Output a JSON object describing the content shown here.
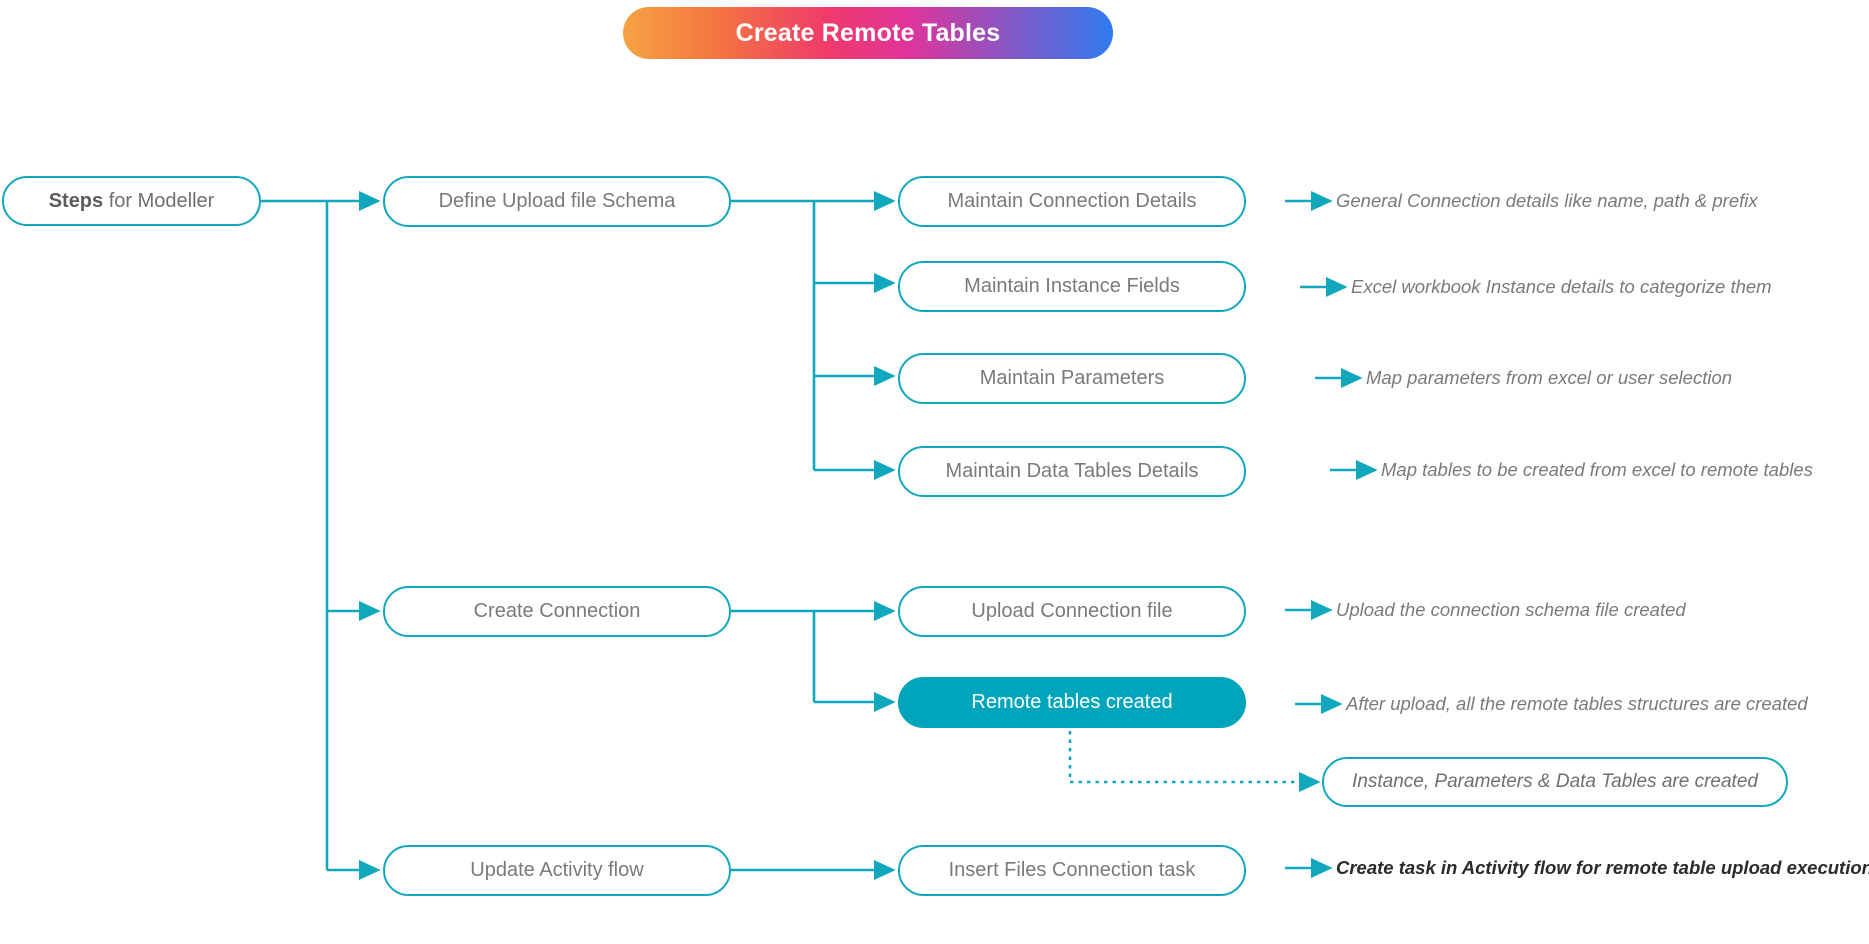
{
  "banner": {
    "title": "Create Remote Tables"
  },
  "colors": {
    "line": "#11a8bd",
    "node_fill_active": "#01a5bb",
    "node_text": "#7a7a7e",
    "node_text_active": "#ffffff",
    "annotation": "#7a7a7e",
    "annotation_strong": "#2b2b2e"
  },
  "root": {
    "bold": "Steps",
    "rest": " for Modeller"
  },
  "stages": [
    {
      "label": "Define Upload file Schema"
    },
    {
      "label": "Create Connection"
    },
    {
      "label": "Update Activity flow"
    }
  ],
  "tasks": [
    {
      "label": "Maintain Connection Details",
      "state": "normal"
    },
    {
      "label": "Maintain Instance Fields",
      "state": "normal"
    },
    {
      "label": "Maintain Parameters",
      "state": "normal"
    },
    {
      "label": "Maintain Data Tables Details",
      "state": "normal"
    },
    {
      "label": "Upload Connection file",
      "state": "normal"
    },
    {
      "label": "Remote tables created",
      "state": "active"
    },
    {
      "label": "Insert Files Connection task",
      "state": "normal"
    }
  ],
  "outcome": {
    "label": "Instance, Parameters & Data Tables are created"
  },
  "annotations": [
    {
      "text": "General Connection  details like name, path & prefix",
      "emphasis": "normal"
    },
    {
      "text": "Excel workbook Instance details to categorize them",
      "emphasis": "normal"
    },
    {
      "text": "Map parameters from excel or user selection",
      "emphasis": "normal"
    },
    {
      "text": "Map tables to be created from excel to remote tables",
      "emphasis": "normal"
    },
    {
      "text": "Upload the connection schema file created",
      "emphasis": "normal"
    },
    {
      "text": "After upload, all the remote tables structures are created",
      "emphasis": "normal"
    },
    {
      "text": "Create  task in Activity flow for remote table upload execution",
      "emphasis": "strong"
    }
  ]
}
